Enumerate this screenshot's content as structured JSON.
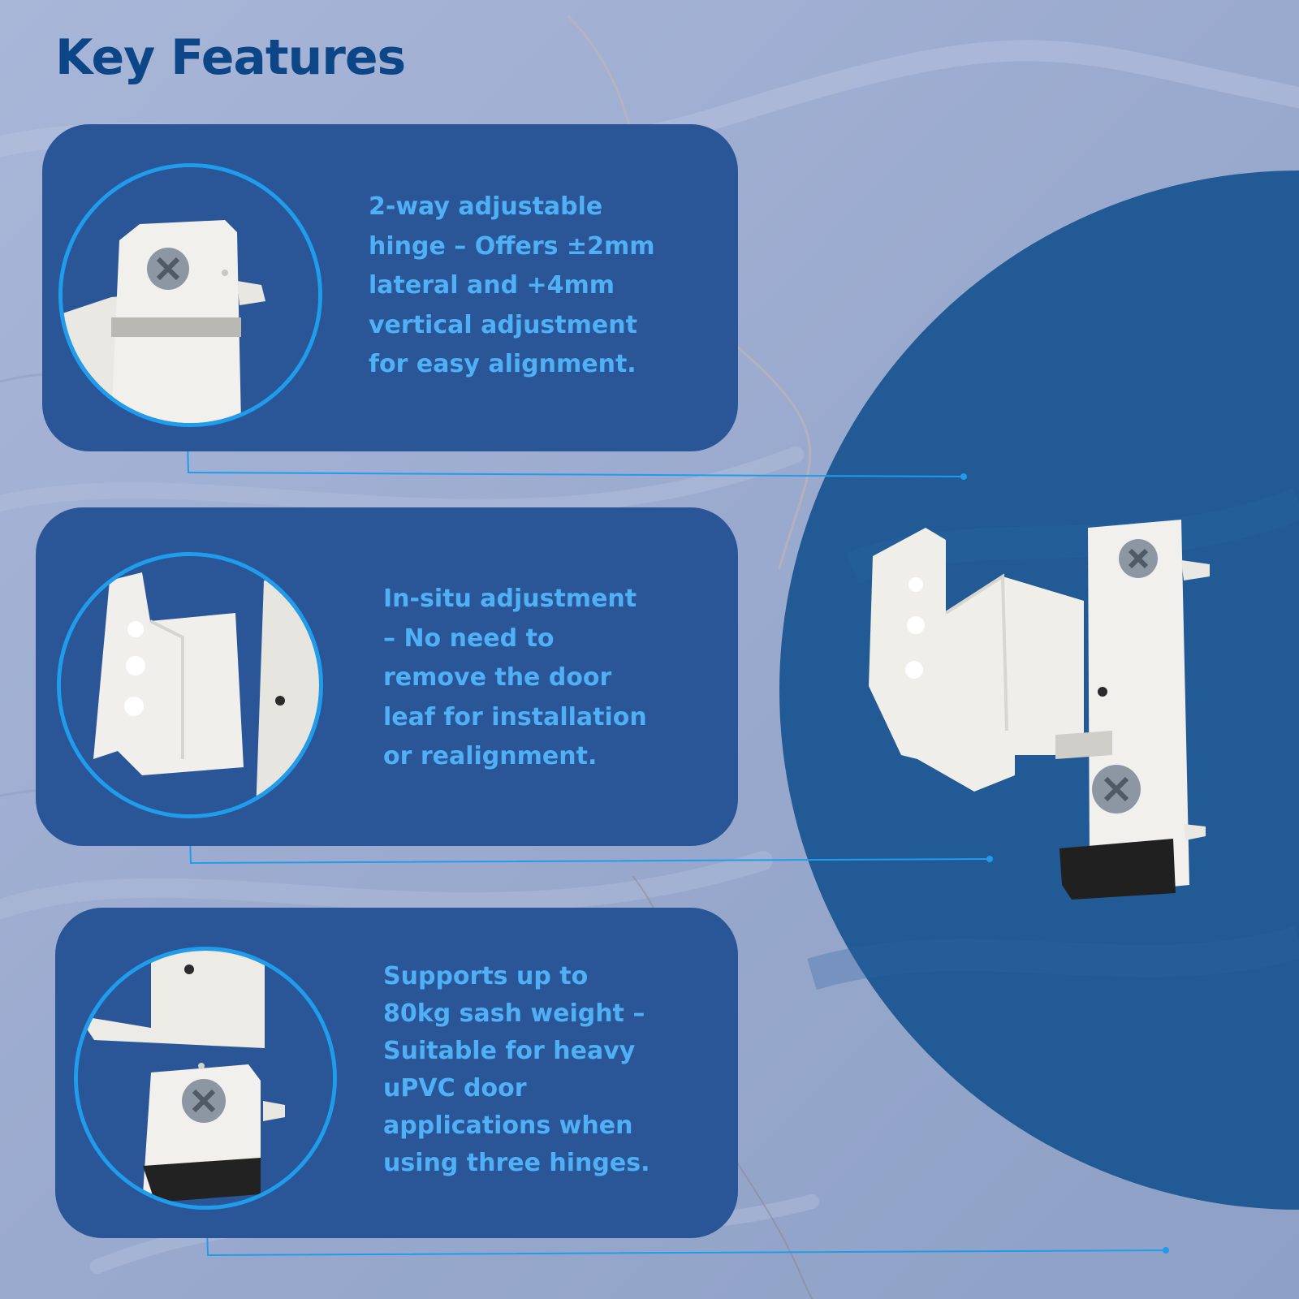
{
  "page": {
    "title": "Key Features",
    "colors": {
      "title": "#0d4687",
      "card_background": "#2a5698",
      "card_text": "#4fb0f5",
      "accent_ring": "#1f9cec",
      "big_circle": "#215a94",
      "marble": "#9bacd0"
    }
  },
  "features": [
    {
      "text": "2-way adjustable\nhinge – Offers ±2mm\nlateral and +4mm\nvertical adjustment\nfor easy alignment.",
      "image_icon": "hinge-top-detail-icon"
    },
    {
      "text": "In-situ adjustment\n– No need to\nremove the door\nleaf for installation\nor realignment.",
      "image_icon": "hinge-middle-detail-icon"
    },
    {
      "text": "Supports up to\n80kg sash weight –\nSuitable for heavy\nuPVC door\napplications when\nusing three hinges.",
      "image_icon": "hinge-bottom-detail-icon"
    }
  ],
  "product": {
    "image_icon": "flag-hinge-icon"
  }
}
